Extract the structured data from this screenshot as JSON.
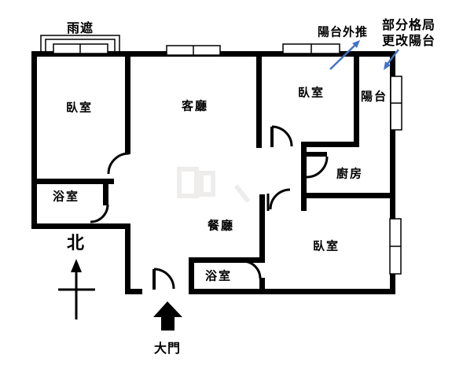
{
  "floorplan": {
    "background_color": "#ffffff",
    "wall_color": "#000000",
    "annotation_arrow_color": "#4472c4",
    "rooms": {
      "bedroom_top_left": "臥室",
      "living_room": "客廳",
      "bedroom_top_right": "臥室",
      "balcony": "陽台",
      "kitchen": "廚房",
      "dining_room": "餐廳",
      "bedroom_bottom_right": "臥室",
      "bathroom_upper": "浴室",
      "bathroom_lower": "浴室"
    },
    "annotations": {
      "rain_shade": "雨遮",
      "balcony_pushout": "陽台外推",
      "layout_note_line1": "部分格局",
      "layout_note_line2": "更改陽台",
      "north": "北",
      "main_entrance": "大門"
    }
  }
}
